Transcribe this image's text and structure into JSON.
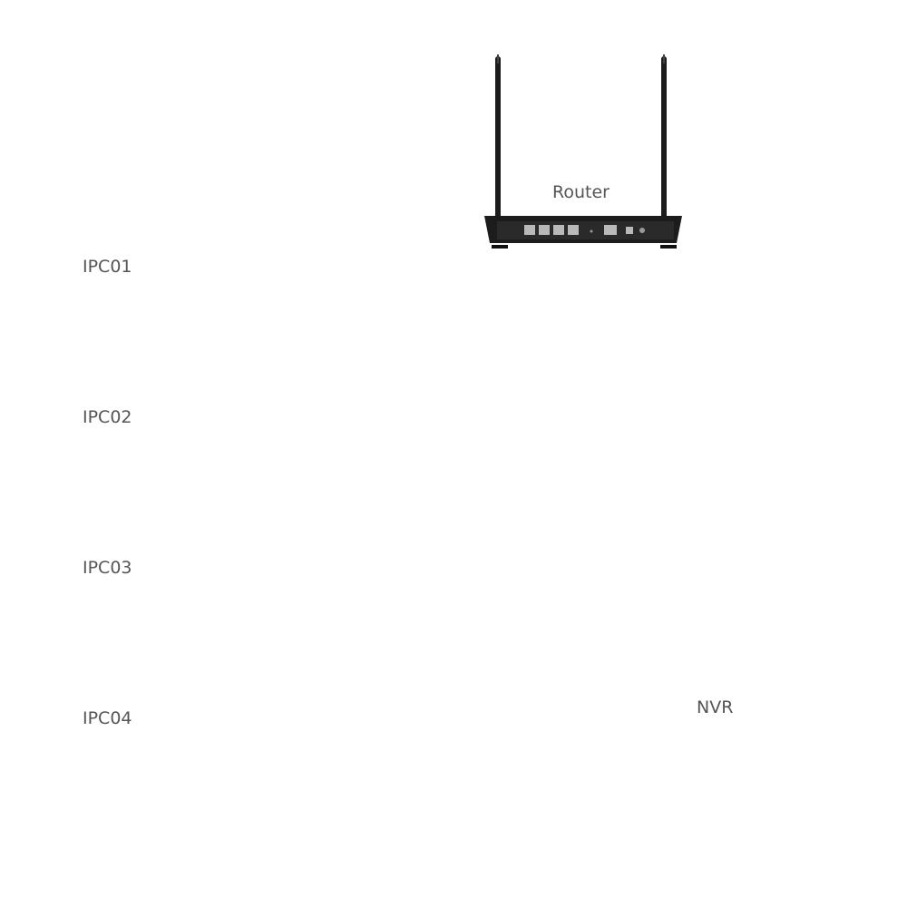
{
  "labels": {
    "router": "Router",
    "nvr": "NVR",
    "cameras": [
      "IPC01",
      "IPC02",
      "IPC03",
      "IPC04"
    ]
  },
  "icons": {
    "camera": "dome-camera-icon",
    "router": "router-icon",
    "nvr": "nvr-icon"
  },
  "colors": {
    "cable": "#3a9be0",
    "label_text": "#555555",
    "camera_body": "#efefef",
    "camera_ring": "#2f6fd6",
    "nvr_body": "#dfe2e6",
    "nvr_panel": "#161616",
    "router_body": "#1c1c1c"
  }
}
